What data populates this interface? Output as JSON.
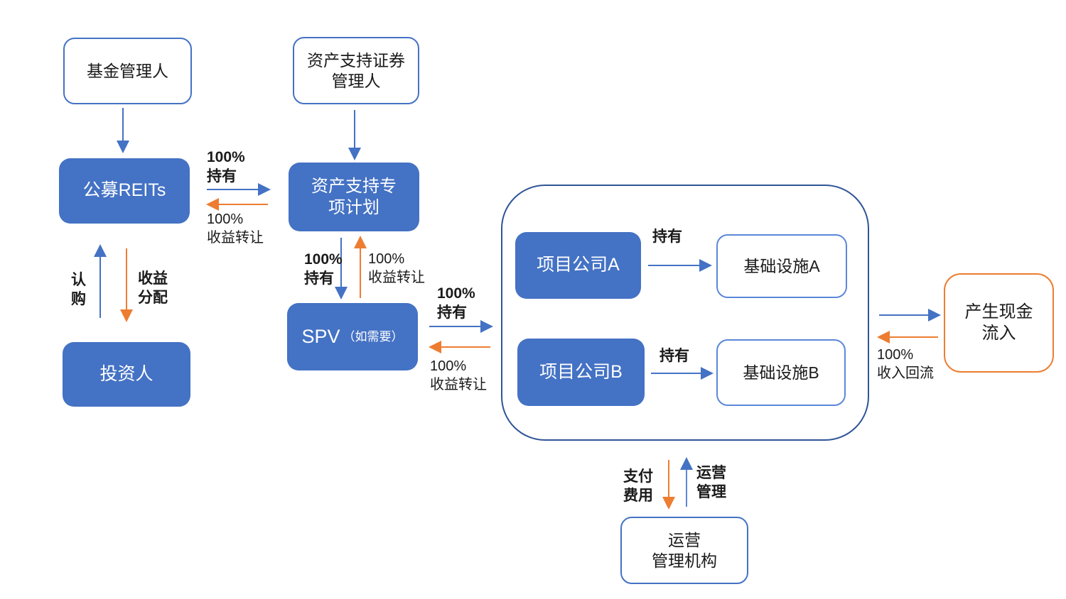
{
  "palette": {
    "box_blue": "#4472C4",
    "group_border_blue": "#2F5597",
    "infra_border_blue": "#5B87D9",
    "arrow_blue": "#4472C4",
    "arrow_orange": "#ED7D31",
    "cash_border_orange": "#ED7D31"
  },
  "nodes": {
    "fund_manager": {
      "label": "基金管理人"
    },
    "abs_manager": {
      "line1": "资产支持证券",
      "line2": "管理人"
    },
    "public_reits": {
      "label": "公募REITs"
    },
    "abs_plan": {
      "line1": "资产支持专",
      "line2": "项计划"
    },
    "investors": {
      "label": "投资人"
    },
    "spv": {
      "main": "SPV",
      "paren": "（如需要）"
    },
    "project_a": {
      "label": "项目公司A"
    },
    "infra_a": {
      "label": "基础设施A"
    },
    "project_b": {
      "label": "项目公司B"
    },
    "infra_b": {
      "label": "基础设施B"
    },
    "cash_inflow": {
      "line1": "产生现金",
      "line2": "流入"
    },
    "ops_agency": {
      "line1": "运营",
      "line2": "管理机构"
    }
  },
  "labels": {
    "reits_to_plan_hold": {
      "l1": "100%",
      "l2": "持有"
    },
    "plan_to_reits_transfer": {
      "l1": "100%",
      "l2": "收益转让"
    },
    "subscribe": {
      "l1": "认",
      "l2": "购"
    },
    "distribute": {
      "l1": "收益",
      "l2": "分配"
    },
    "plan_to_spv_hold": {
      "l1": "100%",
      "l2": "持有"
    },
    "spv_to_plan_transfer": {
      "l1": "100%",
      "l2": "收益转让"
    },
    "spv_to_group_hold": {
      "l1": "100%",
      "l2": "持有"
    },
    "group_to_spv_transfer": {
      "l1": "100%",
      "l2": "收益转让"
    },
    "hold_a": {
      "l1": "持有"
    },
    "hold_b": {
      "l1": "持有"
    },
    "income_return": {
      "l1": "100%",
      "l2": "收入回流"
    },
    "pay_fee": {
      "l1": "支付",
      "l2": "费用"
    },
    "ops_mgmt": {
      "l1": "运营",
      "l2": "管理"
    }
  }
}
